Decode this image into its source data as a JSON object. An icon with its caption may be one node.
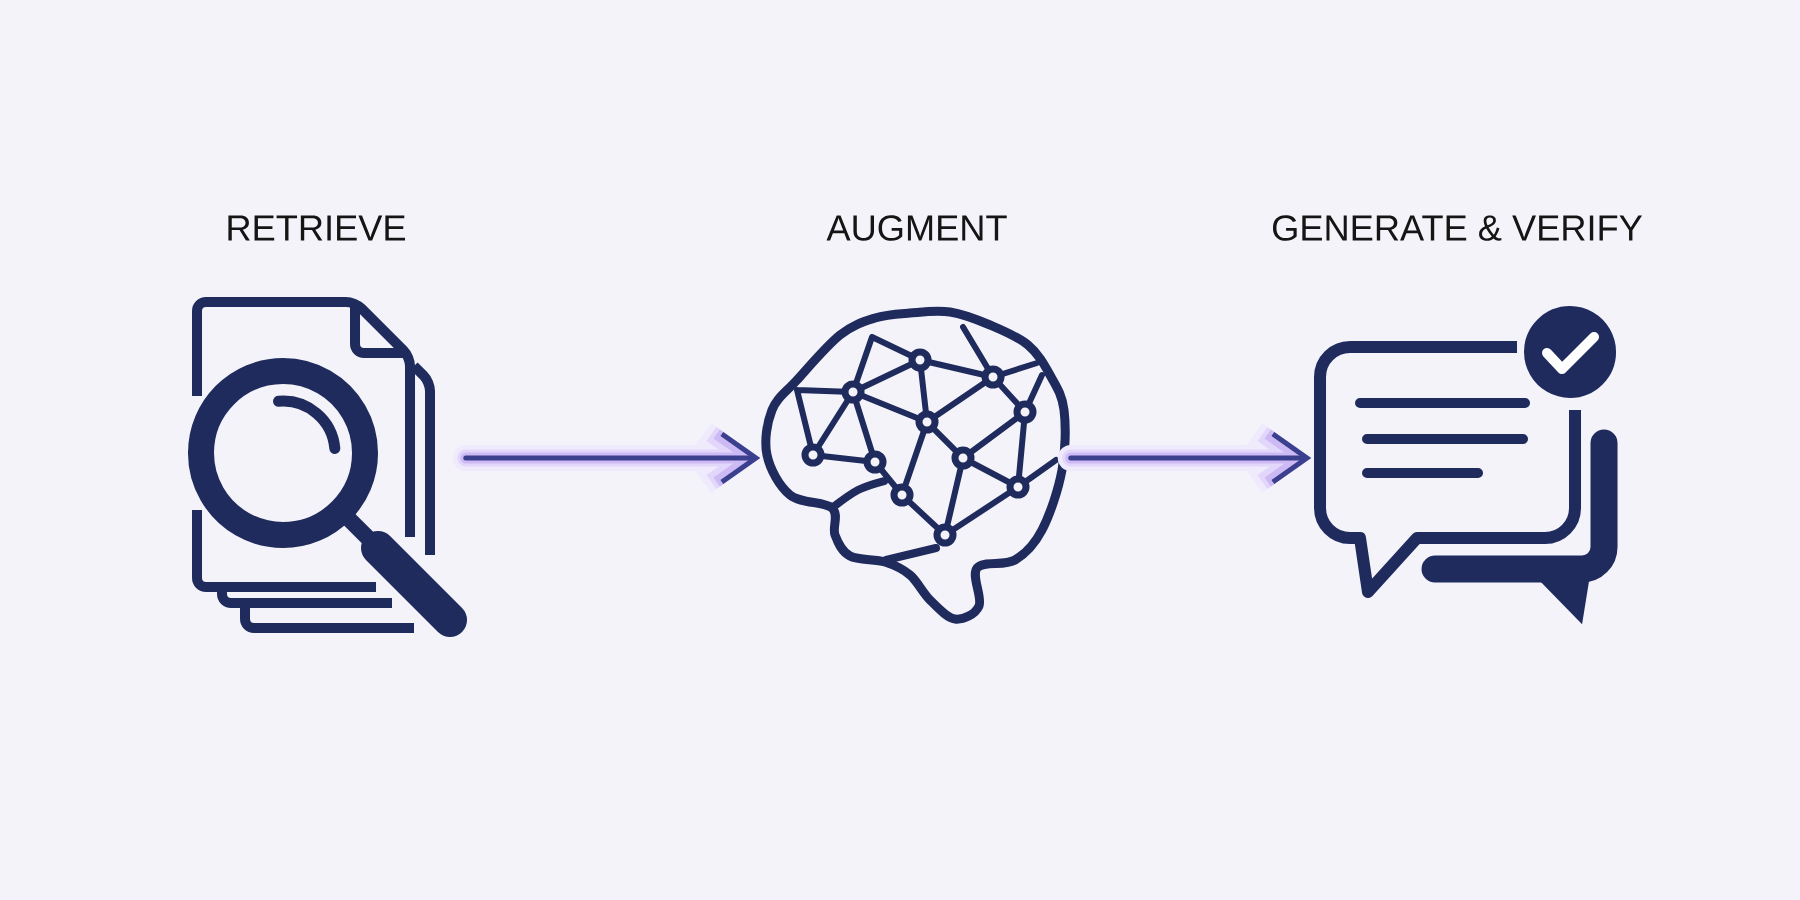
{
  "diagram": {
    "nodes": [
      {
        "text": [
          "RETRIEVE"
        ]
      },
      {
        "text": [
          "AUGMENT"
        ]
      },
      {
        "text": [
          "GENERATE & VERIFY"
        ]
      }
    ],
    "edges": [
      {
        "from": 0,
        "to": 1,
        "arrow": "to"
      },
      {
        "from": 1,
        "to": 2,
        "arrow": "to"
      }
    ]
  }
}
